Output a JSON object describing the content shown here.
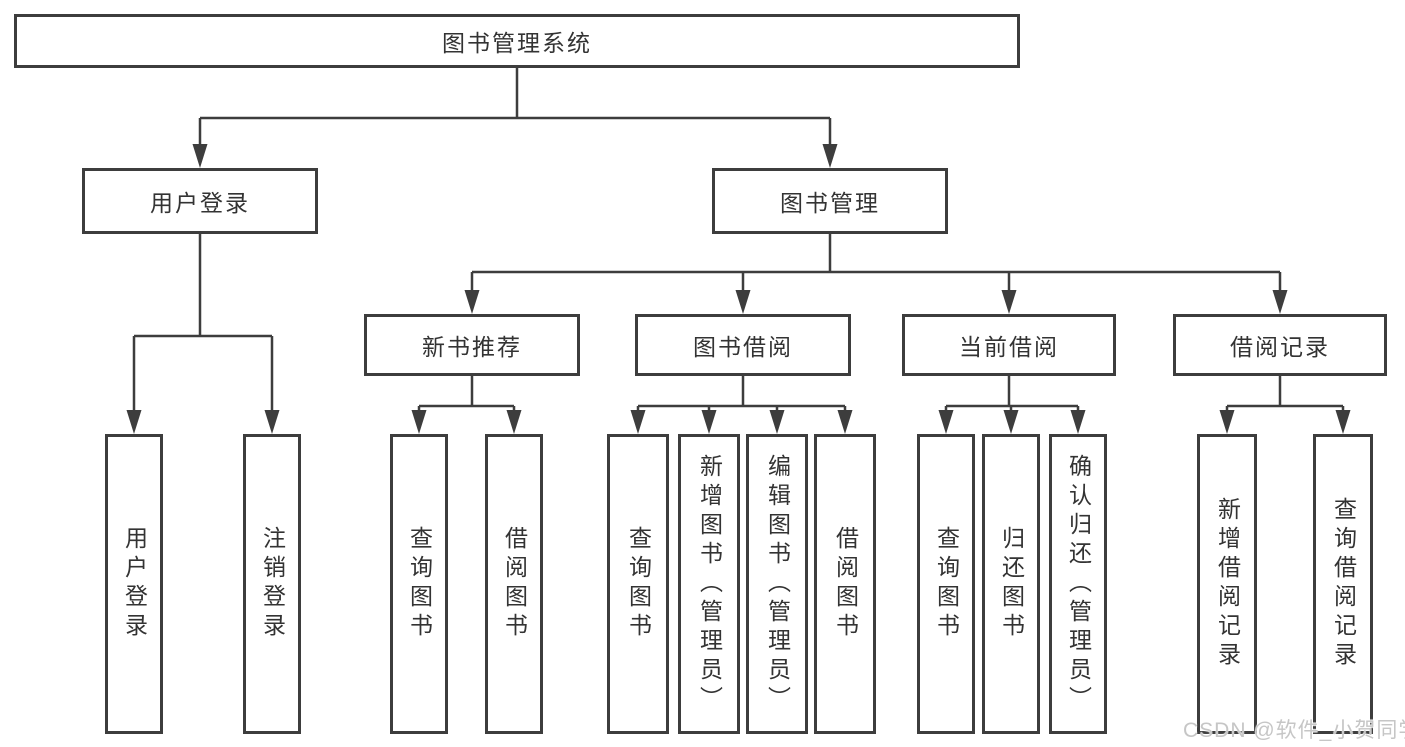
{
  "diagram": {
    "root": {
      "label": "图书管理系统"
    },
    "level1": [
      {
        "label": "用户登录",
        "children": [
          {
            "label": "用户登录"
          },
          {
            "label": "注销登录"
          }
        ]
      },
      {
        "label": "图书管理",
        "children": [
          {
            "label": "新书推荐",
            "children": [
              {
                "label": "查询图书"
              },
              {
                "label": "借阅图书"
              }
            ]
          },
          {
            "label": "图书借阅",
            "children": [
              {
                "label": "查询图书"
              },
              {
                "label": "新增图书（管理员）"
              },
              {
                "label": "编辑图书（管理员）"
              },
              {
                "label": "借阅图书"
              }
            ]
          },
          {
            "label": "当前借阅",
            "children": [
              {
                "label": "查询图书"
              },
              {
                "label": "归还图书"
              },
              {
                "label": "确认归还（管理员）"
              }
            ]
          },
          {
            "label": "借阅记录",
            "children": [
              {
                "label": "新增借阅记录"
              },
              {
                "label": "查询借阅记录"
              }
            ]
          }
        ]
      }
    ]
  },
  "watermark": {
    "text": "CSDN @软件_小贺同学"
  },
  "colors": {
    "line": "#3d3d3d",
    "text": "#333333",
    "box_fill": "#ffffff",
    "background": "#ffffff",
    "watermark": "#c6c6c6"
  }
}
